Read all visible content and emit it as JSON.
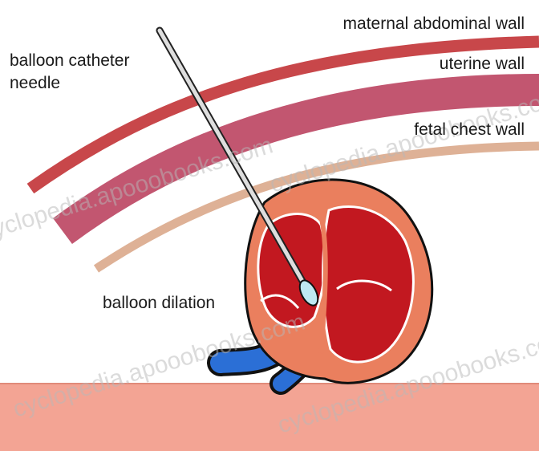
{
  "labels": {
    "maternal_abdominal_wall": "maternal abdominal wall",
    "uterine_wall": "uterine wall",
    "fetal_chest_wall": "fetal chest wall",
    "balloon_catheter": "balloon catheter",
    "needle": "needle",
    "balloon_dilation": "balloon dilation"
  },
  "watermarks": [
    "cyclopedia.apooobooks.com",
    "cyclopedia.apooobooks.com",
    "cyclopedia.apooobooks.com",
    "cyclopedia.apooobooks.com"
  ],
  "colors": {
    "maternal_wall": "#c8474a",
    "uterine_wall": "#c25670",
    "fetal_chest_wall": "#deb196",
    "heart_outer": "#ea7f5e",
    "heart_chamber": "#c21820",
    "vessel": "#2b6fd6",
    "balloon": "#bfe9f2",
    "needle": "#dedede",
    "bottom_band": "#f3a494"
  }
}
